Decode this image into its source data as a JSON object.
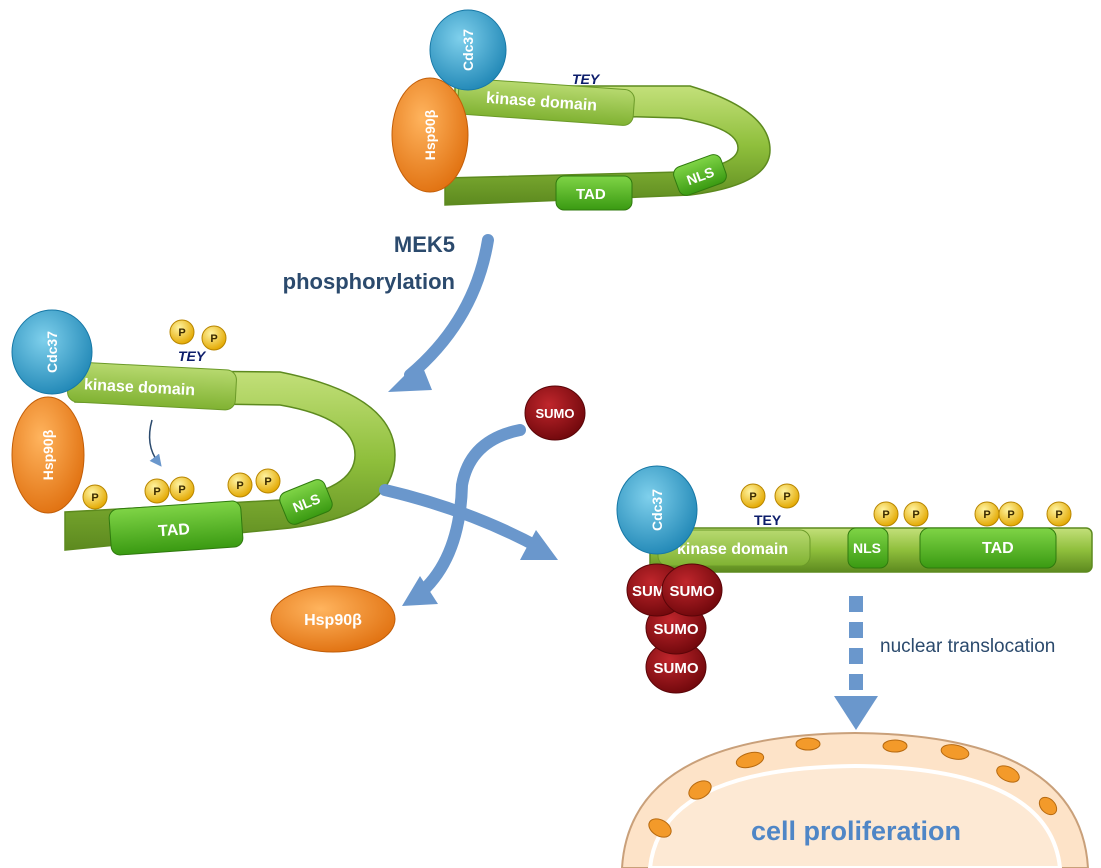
{
  "labels": {
    "cdc37": "Cdc37",
    "hsp90b": "Hsp90β",
    "kinase_domain": "kinase domain",
    "tey": "TEY",
    "tad": "TAD",
    "nls": "NLS",
    "phospho": "P",
    "sumo": "SUMO",
    "sumo_partial": "SUM",
    "mek5_line1": "MEK5",
    "mek5_line2": "phosphorylation",
    "nuclear_translocation": "nuclear translocation",
    "cell_proliferation": "cell proliferation"
  },
  "colors": {
    "protein_body": "#8fbf3c",
    "protein_dark": "#5d8a1f",
    "domain_green": "#4fae1e",
    "cdc37_blue": "#35a7cf",
    "hsp90_orange": "#f08a25",
    "phospho_yellow": "#f5c400",
    "sumo_red": "#8e1014",
    "arrow_blue": "#6a97cc",
    "nucleus_fill": "#fde3c8",
    "pore_orange": "#f39a2a",
    "text_blue": "#2b4a6d",
    "proliferation_blue": "#4f86c6"
  }
}
